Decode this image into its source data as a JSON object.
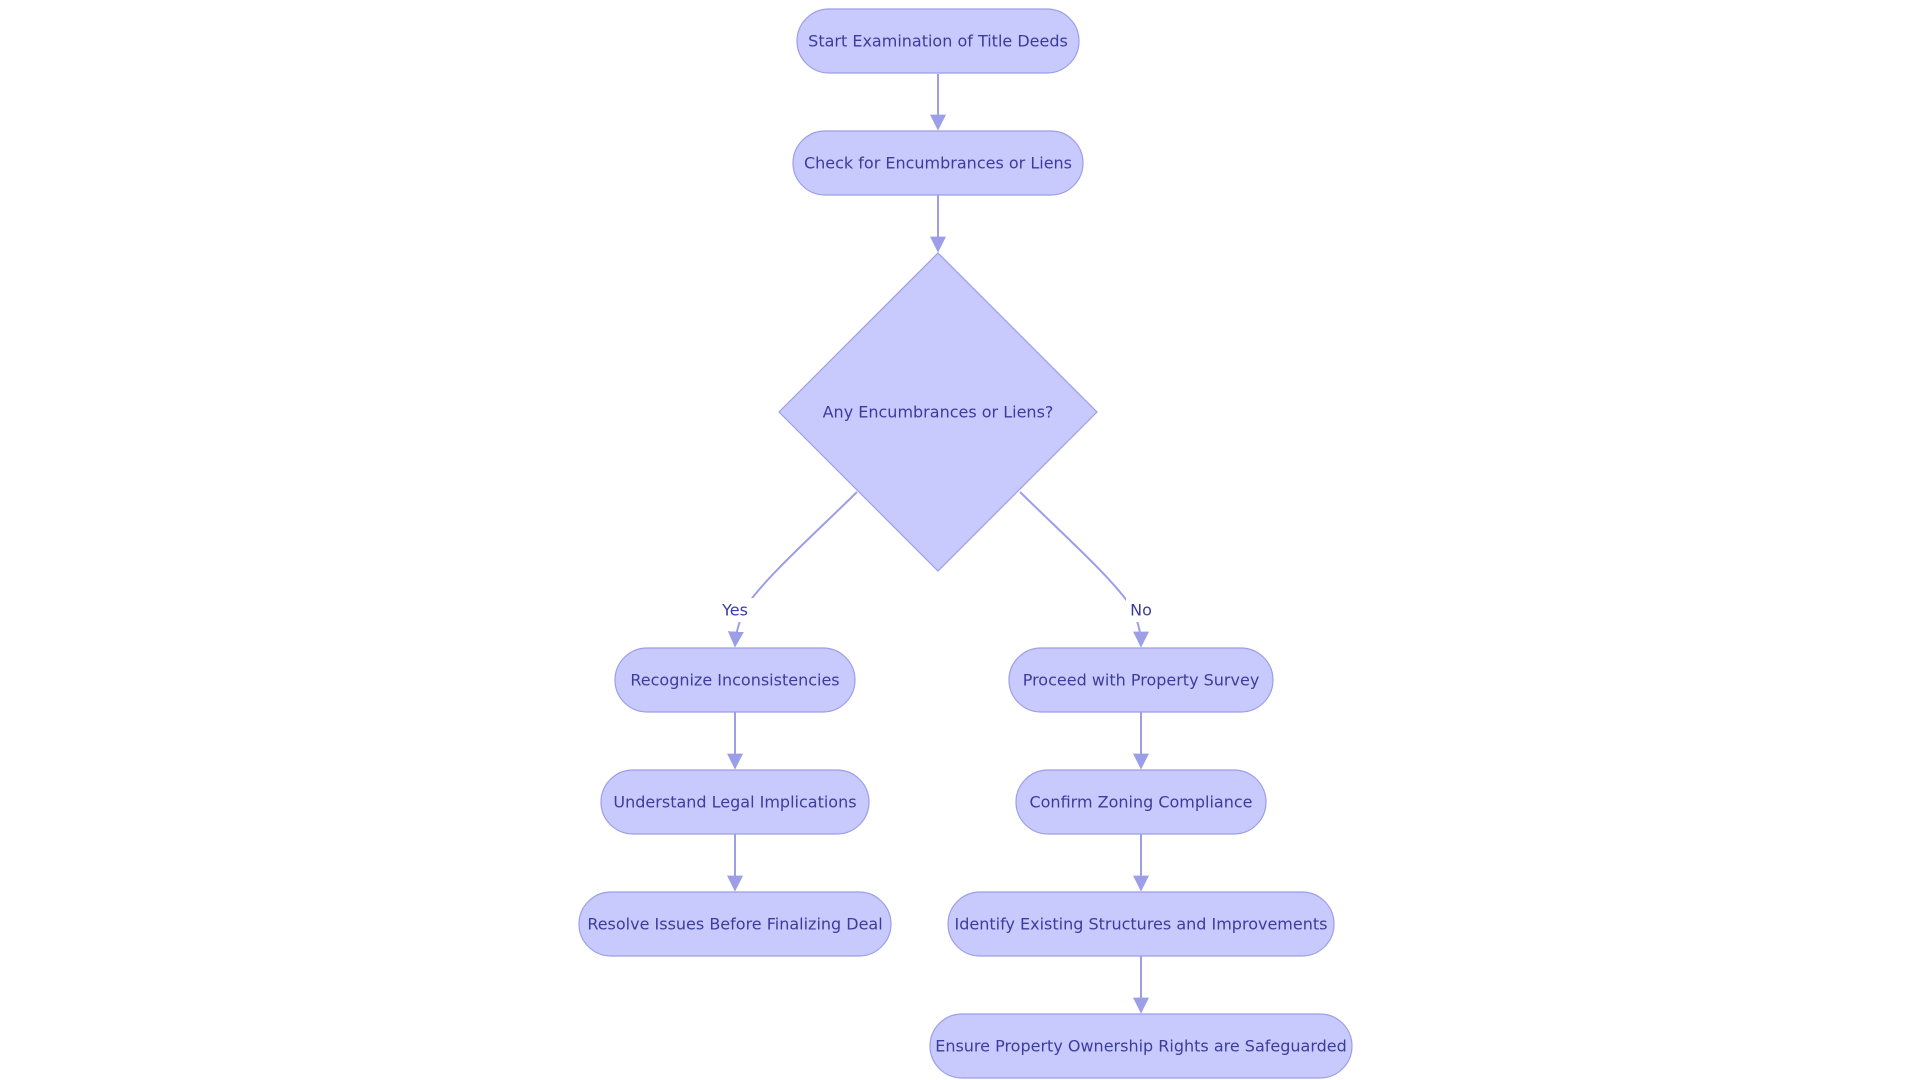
{
  "colors": {
    "node_fill": "#c8c9fc",
    "node_stroke": "#9c9ee8",
    "text": "#3b3d9e",
    "edge": "#9c9ee8",
    "background": "#ffffff"
  },
  "nodes": {
    "start": {
      "label": "Start Examination of Title Deeds"
    },
    "check": {
      "label": "Check for Encumbrances or Liens"
    },
    "decision": {
      "label": "Any Encumbrances or Liens?"
    },
    "recognize": {
      "label": "Recognize Inconsistencies"
    },
    "understand": {
      "label": "Understand Legal Implications"
    },
    "resolve": {
      "label": "Resolve Issues Before Finalizing Deal"
    },
    "survey": {
      "label": "Proceed with Property Survey"
    },
    "zoning": {
      "label": "Confirm Zoning Compliance"
    },
    "structures": {
      "label": "Identify Existing Structures and Improvements"
    },
    "safeguard": {
      "label": "Ensure Property Ownership Rights are Safeguarded"
    }
  },
  "edges": {
    "yes": {
      "label": "Yes"
    },
    "no": {
      "label": "No"
    }
  }
}
